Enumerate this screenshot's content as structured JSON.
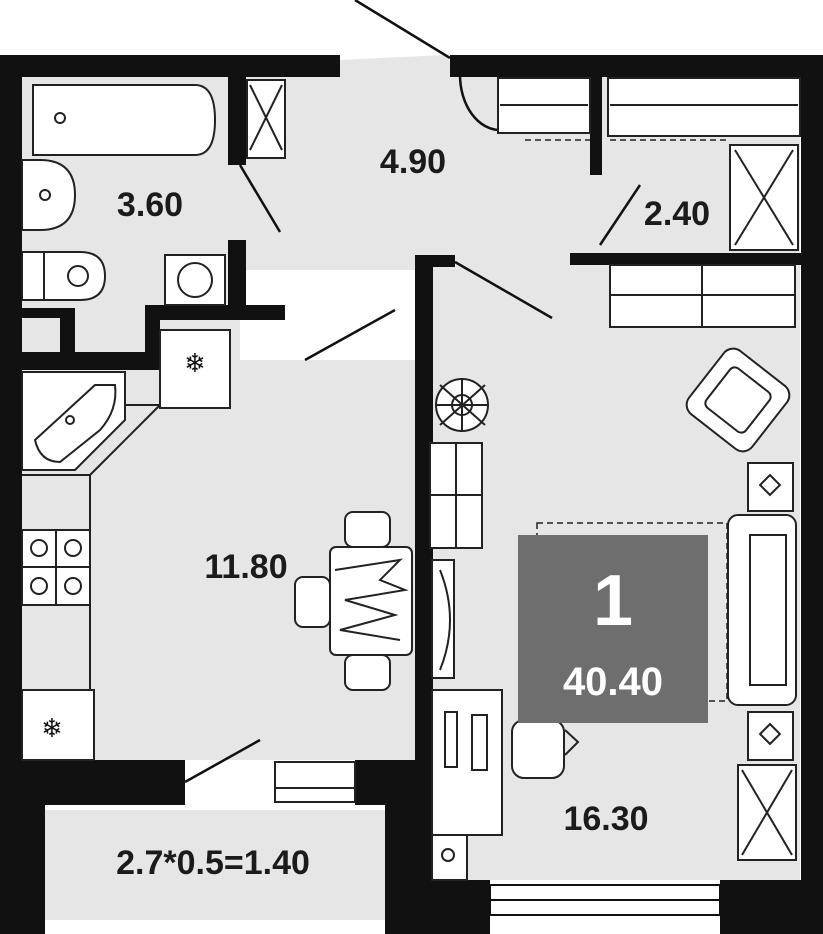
{
  "plan": {
    "rooms": {
      "bathroom_area": "3.60",
      "hall_area": "4.90",
      "wardrobe_area": "2.40",
      "kitchen_area": "11.80",
      "living_area": "16.30",
      "balcony_area": "2.7*0.5=1.40"
    },
    "badge": {
      "rooms_count": "1",
      "total_area": "40.40",
      "color": "#6e6e6e"
    },
    "colors": {
      "wall": "#111111",
      "floor": "#e6e6e6",
      "background": "#ffffff"
    }
  }
}
